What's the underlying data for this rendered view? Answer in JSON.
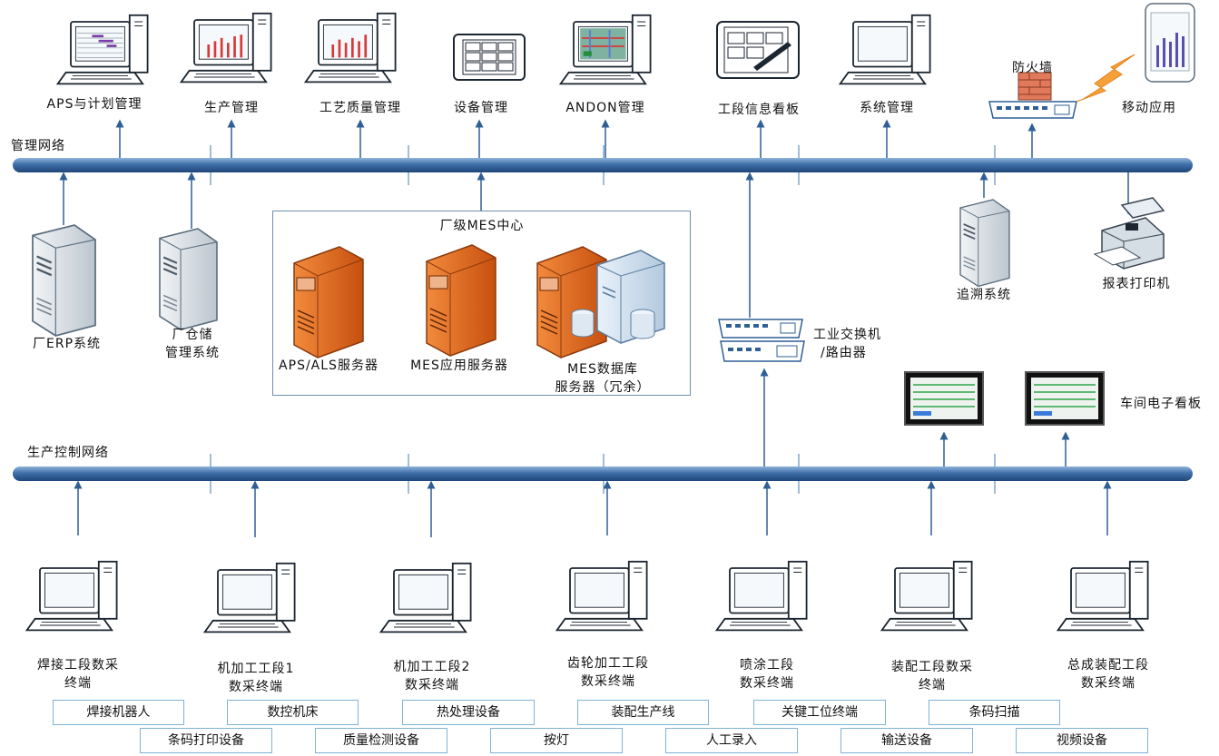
{
  "networks": {
    "management": "管理网络",
    "production": "生产控制网络"
  },
  "top_apps": [
    {
      "label": "APS与计划管理",
      "icon": "gantt-monitor-icon"
    },
    {
      "label": "生产管理",
      "icon": "chart-monitor-icon"
    },
    {
      "label": "工艺质量管理",
      "icon": "chart-monitor-icon"
    },
    {
      "label": "设备管理",
      "icon": "tablet-icon"
    },
    {
      "label": "ANDON管理",
      "icon": "andon-monitor-icon"
    },
    {
      "label": "工段信息看板",
      "icon": "pen-tablet-icon"
    },
    {
      "label": "系统管理",
      "icon": "monitor-icon"
    }
  ],
  "firewall": "防火墙",
  "mobile": "移动应用",
  "erp": "厂ERP系统",
  "warehouse_line1": "厂仓储",
  "warehouse_line2": "管理系统",
  "mes_center": {
    "title": "厂级MES中心",
    "aps_server": "APS/ALS服务器",
    "app_server": "MES应用服务器",
    "db_line1": "MES数据库",
    "db_line2": "服务器（冗余）"
  },
  "switch_line1": "工业交换机",
  "switch_line2": "/路由器",
  "trace": "追溯系统",
  "printer": "报表打印机",
  "kanban": "车间电子看板",
  "terminals": [
    {
      "line1": "焊接工段数采",
      "line2": "终端"
    },
    {
      "line1": "机加工工段1",
      "line2": "数采终端"
    },
    {
      "line1": "机加工工段2",
      "line2": "数采终端"
    },
    {
      "line1": "齿轮加工工段",
      "line2": "数采终端"
    },
    {
      "line1": "喷涂工段",
      "line2": "数采终端"
    },
    {
      "line1": "装配工段数采",
      "line2": "终端"
    },
    {
      "line1": "总成装配工段",
      "line2": "数采终端"
    }
  ],
  "devices_row1": [
    "焊接机器人",
    "数控机床",
    "热处理设备",
    "装配生产线",
    "关键工位终端",
    "条码扫描"
  ],
  "devices_row2": [
    "条码打印设备",
    "质量检测设备",
    "按灯",
    "人工录入",
    "输送设备",
    "视频设备"
  ],
  "colors": {
    "bus": "#3f6fa8",
    "arrow": "#2f5f95",
    "server_orange": "#e0651b",
    "server_grey": "#c9d3dc",
    "box_border": "#7fb2d6"
  }
}
